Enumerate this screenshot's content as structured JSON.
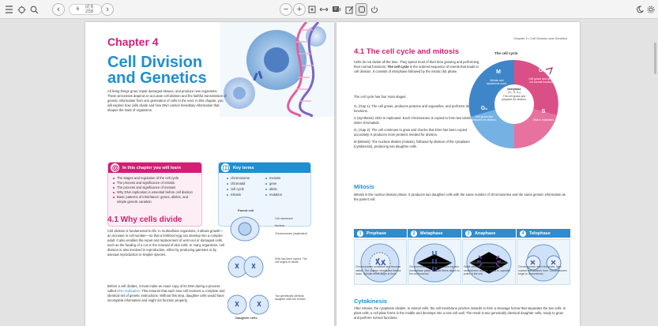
{
  "toolbar": {
    "page_current": "6",
    "page_total": "of 6 258",
    "icons": [
      "sidebar-icon",
      "bookmark-icon",
      "search-icon",
      "prev-page-icon",
      "next-page-icon",
      "zoom-out-icon",
      "zoom-in-icon",
      "fit-page-icon",
      "fit-width-icon",
      "read-aloud-icon",
      "draw-icon",
      "erase-icon",
      "rotate-icon",
      "theme-icon",
      "settings-icon"
    ]
  },
  "left_page": {
    "chapter": "Chapter 4",
    "title_line1": "Cell Division",
    "title_line2": "and Genetics",
    "intro": "All living things grow, repair damaged tissues, and produce new organisms. These processes depend on accurate cell division and the faithful transmission of genetic information from one generation of cells to the next. In this chapter, you will explore how cells divide and how DNA carries hereditary information that shapes the traits of organisms.",
    "learn_title": "In this chapter you will learn",
    "learn_items": [
      "The stages and regulation of the cell cycle",
      "The process and significance of mitosis",
      "The process and significance of meiosis",
      "Why DNA replication is essential before cell division",
      "Basic patterns of inheritance: genes, alleles, and simple genetic variation"
    ],
    "key_title": "Key terms",
    "key_terms": [
      "chromosome",
      "meiosis",
      "chromatid",
      "gene",
      "cell cycle",
      "allele",
      "mitosis",
      "mutation"
    ],
    "section_title": "4.1  Why cells divide",
    "section_p1": "Cell division is fundamental to life. In multicellular organisms, it allows growth—an increase in cell number—so that a fertilized egg can develop into a complex adult. It also enables the repair and replacement of worn-out or damaged cells, such as the healing of a cut or the renewal of skin cells. In many organisms, cell division is also involved in reproduction, either by producing gametes or by asexual reproduction in simpler species.",
    "section_p2_pre": "Before a cell divides, it must make an exact copy of its DNA during a process called ",
    "section_p2_link": "DNA replication",
    "section_p2_post": ". This ensures that each new cell receives a complete and identical set of genetic instructions. Without this step, daughter cells would have incomplete information and might not function properly.",
    "diagram": {
      "parent": "Parent cell",
      "l_membrane": "Cell membrane",
      "l_nucleus": "Nucleus",
      "l_chromo": "Chromosomes (duplicated)",
      "l_dna": "DNA has been copied. The cell begins to divide.",
      "l_two": "Two genetically identical daughter cells are formed.",
      "daughter": "Daughter cells"
    }
  },
  "right_page": {
    "header": "Chapter 4  •  Cell Division and Genetics",
    "title": "4.1  The cell cycle and mitosis",
    "p1_pre": "Cells do not divide all the time. They spend most of their time growing and performing their normal functions. ",
    "p1_bold": "The cell cycle",
    "p1_post": " is the ordered sequence of events that leads to cell division. It consists of interphase followed by the mitotic (M) phase.",
    "p2": "The cell cycle has four main stages:",
    "stages": [
      "G₁ (Gap 1): The cell grows, produces proteins and organelles, and performs its normal functions.",
      "S (Synthesis): DNA is replicated. Each chromosome is copied to form two identical sister chromatids.",
      "G₂ (Gap 2): The cell continues to grow and checks that DNA has been copied accurately. It produces more proteins needed for division.",
      "M (Mitosis): The nucleus divides (mitosis), followed by division of the cytoplasm (cytokinesis), producing two daughter cells."
    ],
    "cycle": {
      "title": "The cell cycle",
      "m": "M",
      "m_text": "Mitosis and cytokinesis occur.",
      "g1": "G₁",
      "g1_text": "Cell grows and carries out normal functions.",
      "inter": "Interphase",
      "inter_sub": "(G₁, S, G₂)",
      "inter_text": "The cell grows and prepares for division.",
      "g2": "G₂",
      "g2_text": "Cell grows and prepares for division.",
      "s": "S",
      "s_text": "DNA is replicated."
    },
    "mitosis_title": "Mitosis",
    "mitosis_text": "Mitosis is the nuclear division phase. It produces two daughter cells with the same number of chromosomes and the same genetic information as the parent cell.",
    "phases": [
      {
        "num": "1",
        "name": "Prophase",
        "text": "Chromosomes condense and become visible. The nuclear membrane breaks down. Spindle fibres begin to form."
      },
      {
        "num": "2",
        "name": "Metaphase",
        "text": "Chromosomes line up at the cell's equator (metaphase plate). Spindle fibres attach to the centromeres."
      },
      {
        "num": "3",
        "name": "Anaphase",
        "text": "Sister chromatids separate at the centromeres and are pulled to opposite poles of the cell."
      },
      {
        "num": "4",
        "name": "Telophase",
        "text": "Chromosomes reach the poles. New nuclear membranes form. Chromosomes begin to decondense."
      }
    ],
    "cyto_title": "Cytokinesis",
    "cyto_text": "After mitosis, the cytoplasm divides. In animal cells, the cell membrane pinches inwards to form a cleavage furrow that separates the two cells. In plant cells, a cell plate forms in the middle and develops into a new cell wall. The result is two genetically identical daughter cells, ready to grow and perform normal functions."
  }
}
